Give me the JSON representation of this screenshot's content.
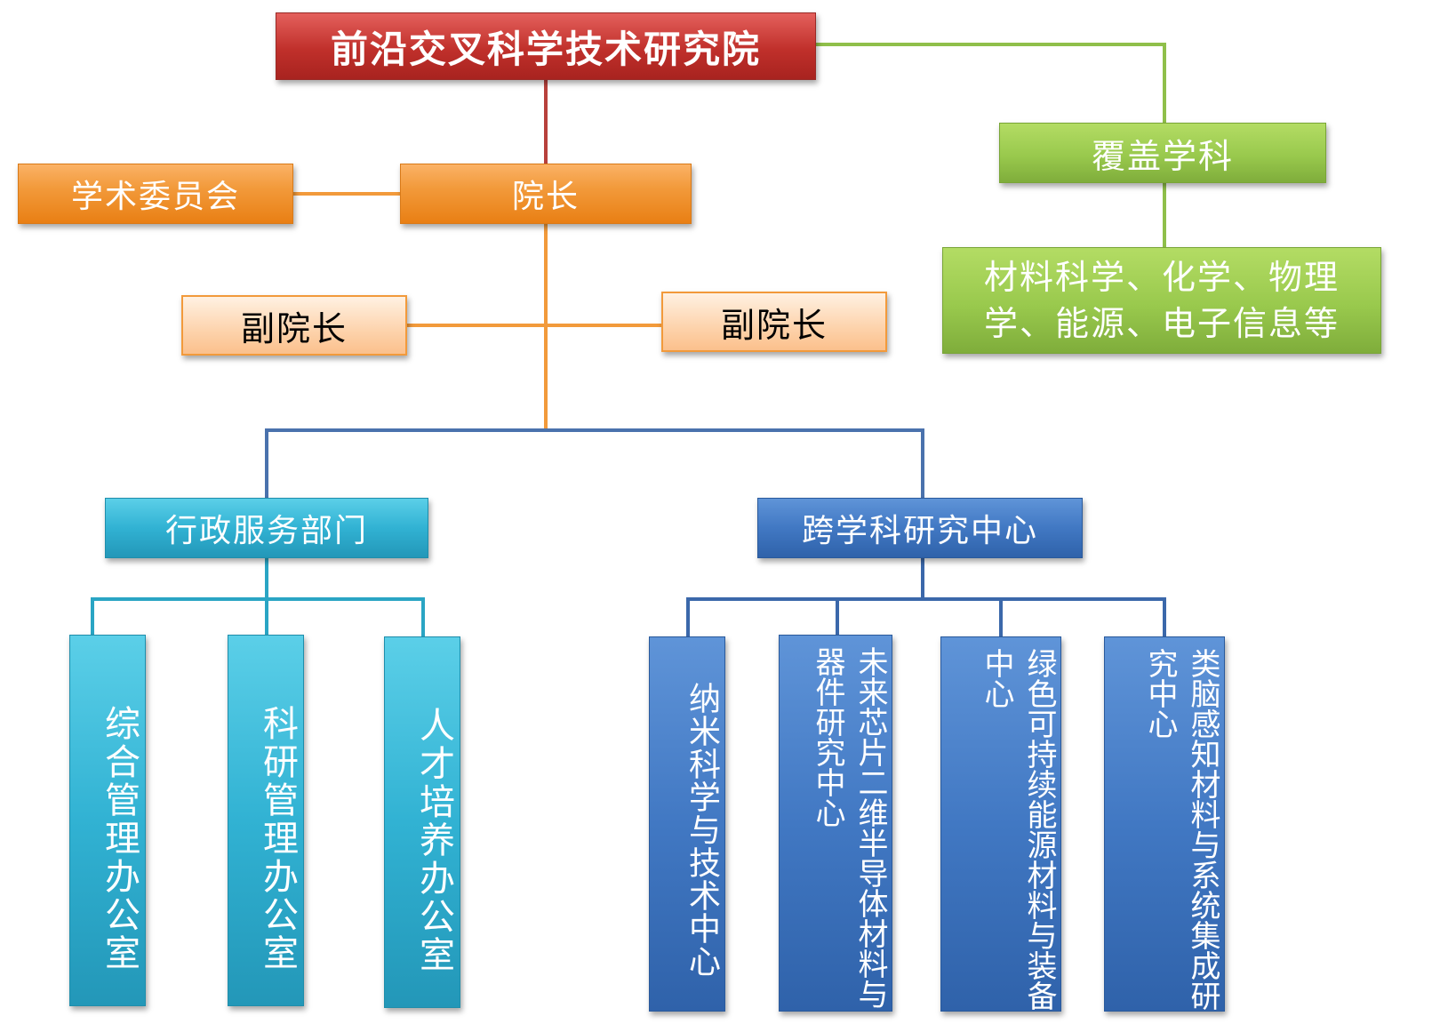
{
  "root": {
    "label": "前沿交叉科学技术研究院",
    "color": "#c0302b"
  },
  "president": {
    "label": "院长",
    "color": "#f29a3b"
  },
  "academic_committee": {
    "label": "学术委员会",
    "color": "#f29a3b"
  },
  "vice_presidents": [
    {
      "label": "副院长"
    },
    {
      "label": "副院长"
    }
  ],
  "disciplines": {
    "label": "覆盖学科",
    "content": "材料科学、化学、物理学、能源、电子信息等",
    "color": "#99c94d"
  },
  "admin": {
    "label": "行政服务部门",
    "color": "#31b2d3",
    "offices": [
      {
        "label": "综合管理办公室"
      },
      {
        "label": "科研管理办公室"
      },
      {
        "label": "人才培养办公室"
      }
    ]
  },
  "research": {
    "label": "跨学科研究中心",
    "color": "#4178c3",
    "centers": [
      {
        "label": "纳米科学与技术中心"
      },
      {
        "label": "未来芯片二维半导体材料与器件研究中心"
      },
      {
        "label": "绿色可持续能源材料与装备中心"
      },
      {
        "label": "类脑感知材料与系统集成研究中心"
      }
    ]
  }
}
